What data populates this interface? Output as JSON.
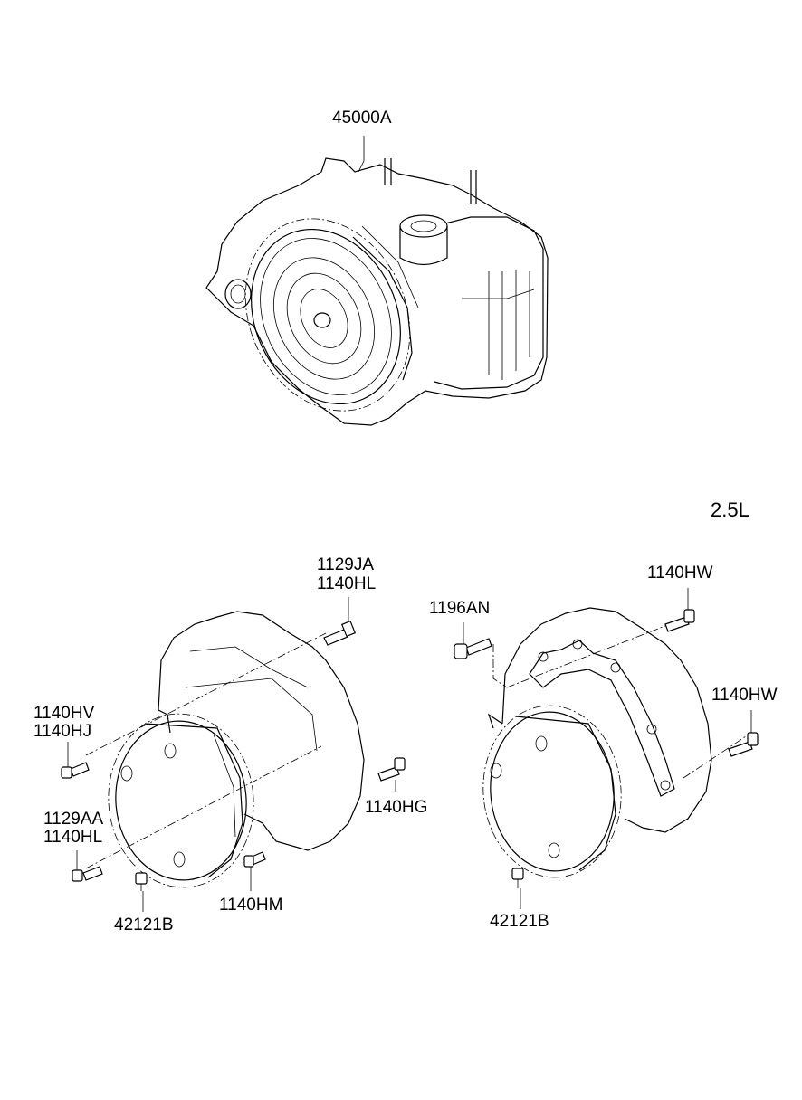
{
  "labels": {
    "transaxle": "45000A",
    "engine": "2.5L",
    "left": {
      "top_bolt_a": "1129JA",
      "top_bolt_b": "1140HL",
      "side_bolt_a": "1140HV",
      "side_bolt_b": "1140HJ",
      "right_bolt": "1140HG",
      "low_bolt_a": "1129AA",
      "low_bolt_b": "1140HL",
      "bottom_bolt": "1140HM",
      "nut": "42121B"
    },
    "right": {
      "bracket_bolt": "1196AN",
      "top_bolt": "1140HW",
      "side_bolt": "1140HW",
      "nut": "42121B"
    }
  }
}
